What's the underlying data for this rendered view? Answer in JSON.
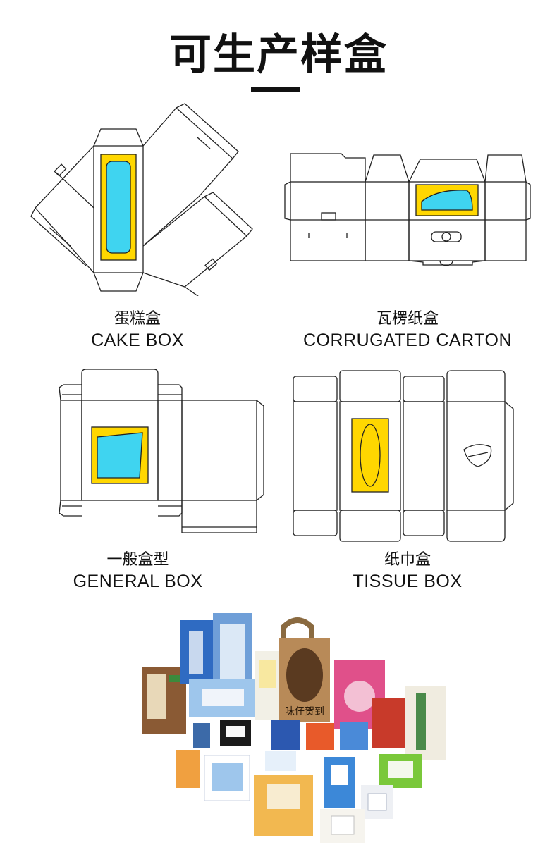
{
  "page": {
    "title": "可生产样盒"
  },
  "boxes": [
    {
      "name_cn": "蛋糕盒",
      "name_en": "CAKE BOX"
    },
    {
      "name_cn": "瓦楞纸盒",
      "name_en": "CORRUGATED CARTON"
    },
    {
      "name_cn": "一般盒型",
      "name_en": "GENERAL BOX"
    },
    {
      "name_cn": "纸巾盒",
      "name_en": "TISSUE BOX"
    }
  ],
  "photo": {
    "label": "味仔贺到"
  },
  "colors": {
    "window_frame": "#FFD700",
    "window_fill": "#3FD4F0",
    "line": "#222222"
  },
  "icons": [
    "cake-box-dieline",
    "corrugated-carton-dieline",
    "general-box-dieline",
    "tissue-box-dieline"
  ]
}
